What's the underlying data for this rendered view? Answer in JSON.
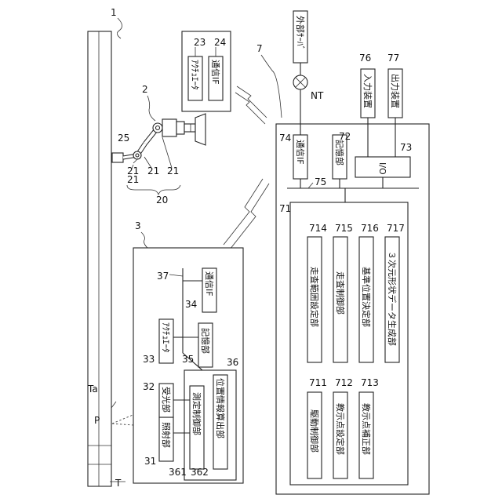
{
  "figure": {
    "refs": {
      "system": "1",
      "robot": "2",
      "sensor": "3",
      "controller": "7",
      "arm": "20",
      "link": "21",
      "end_effector": "25",
      "actuator_robot": "23",
      "comm_robot": "24",
      "laser_out": "31",
      "laser_in": "32",
      "actuator_sensor": "33",
      "comm_sensor": "34",
      "storage_sensor": "35",
      "proc_sensor": "36",
      "bus_sensor": "37",
      "meas_ctrl": "361",
      "pos_calc": "362",
      "proc_ctrl": "71",
      "storage_ctrl": "72",
      "io_ctrl": "73",
      "comm_ctrl": "74",
      "bus_ctrl": "75",
      "input_dev": "76",
      "output_dev": "77",
      "drive_ctrl": "711",
      "teach_set": "712",
      "teach_corr": "713",
      "scan_range": "714",
      "scan_ctrl": "715",
      "ref_pos": "716",
      "shape_gen": "717"
    },
    "labels": {
      "actuator": "ｱｸﾁｭｴｰﾀ",
      "comm_if": "通信IF",
      "storage": "記憶部",
      "io": "I/O",
      "external_server": "外部ｻｰﾊﾞ",
      "network": "NT",
      "input_device": "入力装置",
      "output_device": "出力装置",
      "emitter": "照射部",
      "receiver": "受光部",
      "measurement_control": "測定制御部",
      "position_info_calc": "位置情報算出部",
      "drive_control": "駆動制御部",
      "teaching_point_setting": "教示点設定部",
      "teaching_point_correction": "教示点補正部",
      "scan_range_setting": "走査範囲設定部",
      "scan_control": "走査制御部",
      "reference_position": "基準位置決定部",
      "shape_data_gen": "３次元形状データ生成部",
      "point_p": "P",
      "target_ta": "Ta",
      "target_t": "T"
    }
  }
}
